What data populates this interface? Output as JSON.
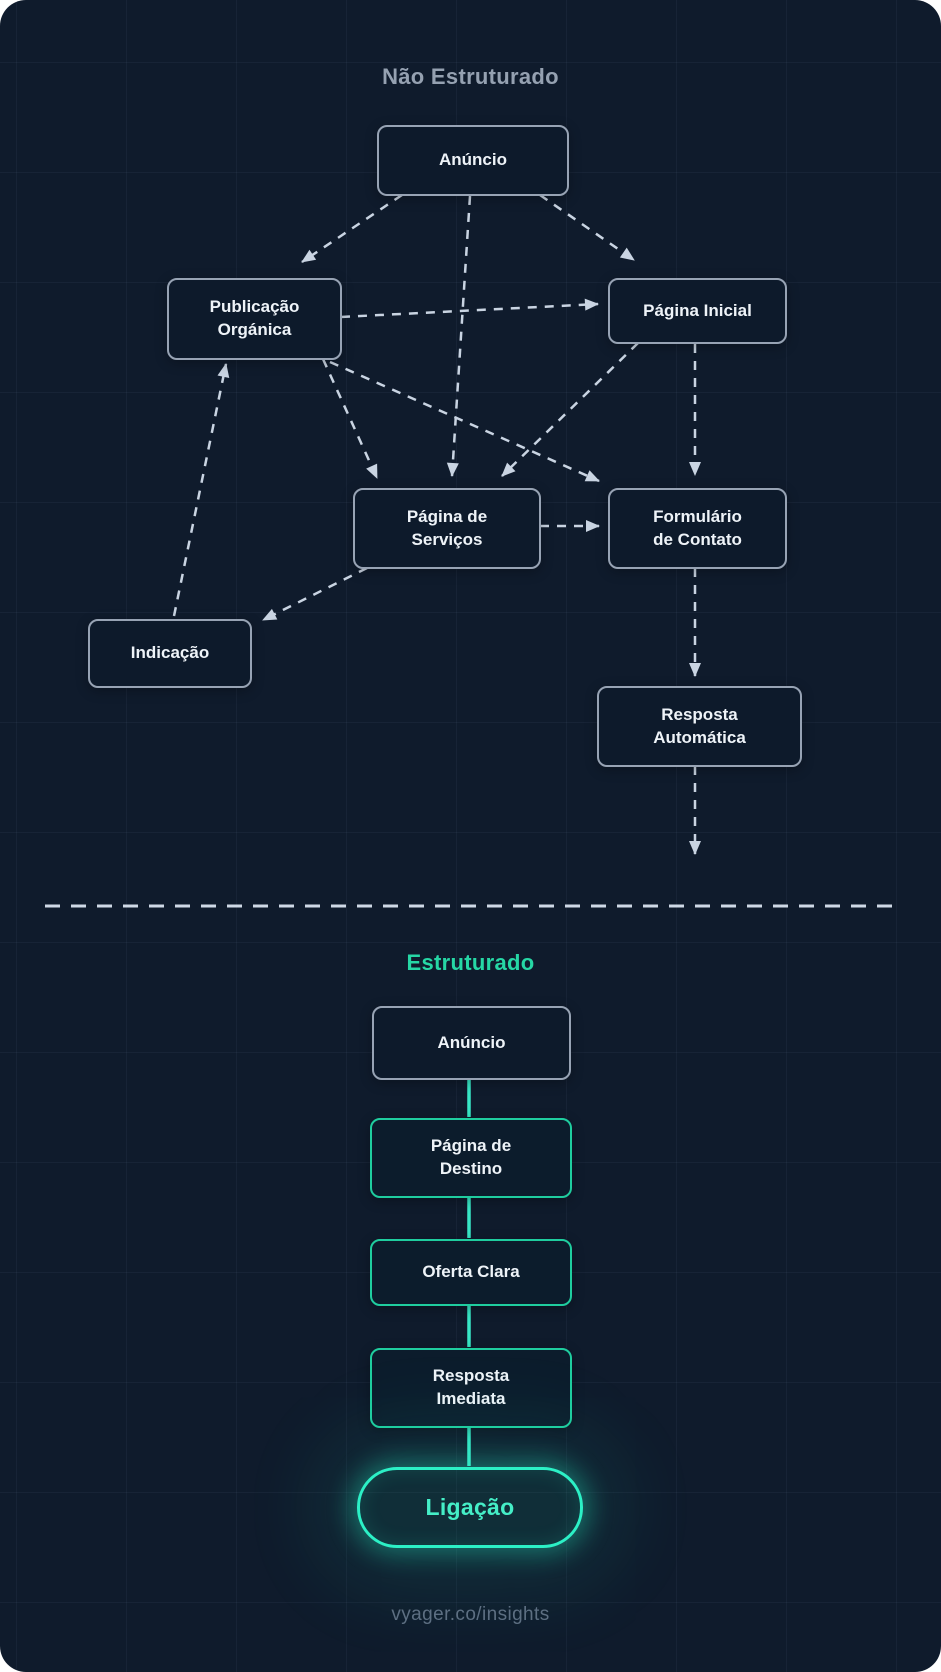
{
  "unstructured": {
    "title": "Não Estruturado",
    "nodes": {
      "anuncio": "Anúncio",
      "publicacao": "Publicação Orgánica",
      "pagina_inicial": "Página Inicial",
      "pagina_servicos": "Página de Serviços",
      "formulario": "Formulário de Contato",
      "indicacao": "Indicação",
      "resposta_automatica": "Resposta Automática"
    },
    "edges": [
      {
        "from": "anuncio",
        "to": "publicacao"
      },
      {
        "from": "anuncio",
        "to": "pagina_inicial"
      },
      {
        "from": "anuncio",
        "to": "pagina_servicos"
      },
      {
        "from": "publicacao",
        "to": "pagina_inicial"
      },
      {
        "from": "publicacao",
        "to": "pagina_servicos"
      },
      {
        "from": "publicacao",
        "to": "formulario"
      },
      {
        "from": "pagina_inicial",
        "to": "pagina_servicos"
      },
      {
        "from": "pagina_inicial",
        "to": "formulario"
      },
      {
        "from": "pagina_servicos",
        "to": "formulario"
      },
      {
        "from": "pagina_servicos",
        "to": "indicacao"
      },
      {
        "from": "indicacao",
        "to": "publicacao"
      },
      {
        "from": "formulario",
        "to": "resposta_automatica"
      },
      {
        "from": "resposta_automatica",
        "to": "exit"
      }
    ]
  },
  "structured": {
    "title": "Estruturado",
    "steps": [
      "Anúncio",
      "Página de Destino",
      "Oferta Clara",
      "Resposta Imediata"
    ],
    "cta": "Ligação"
  },
  "footer": {
    "url": "vyager.co/insights"
  },
  "colors": {
    "background": "#0f1b2c",
    "accent_teal": "#2de8c0",
    "teal_border": "#1fcd9f",
    "gray_border": "#97a3b4",
    "arrow": "#c9d4e2",
    "node_text": "#eef3f8",
    "muted_title": "#95a1b1",
    "footer_text": "#5d6f82"
  }
}
